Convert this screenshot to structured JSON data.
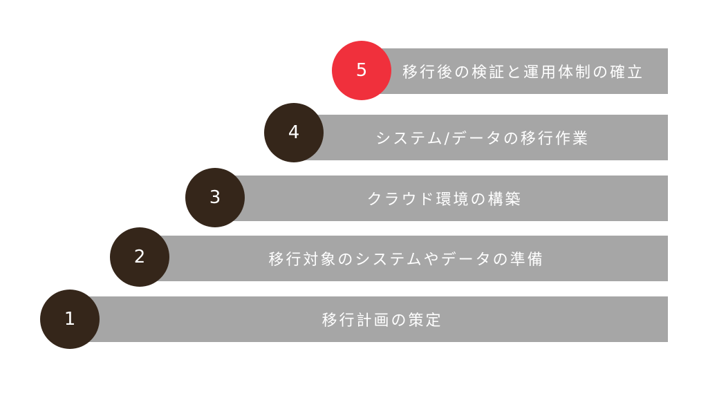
{
  "steps": [
    {
      "number": "1",
      "label": "移行計画の策定"
    },
    {
      "number": "2",
      "label": "移行対象のシステムやデータの準備"
    },
    {
      "number": "3",
      "label": "クラウド環境の構築"
    },
    {
      "number": "4",
      "label": "システム/データの移行作業"
    },
    {
      "number": "5",
      "label": "移行後の検証と運用体制の確立"
    }
  ],
  "colors": {
    "bar": "#a6a6a6",
    "circle": "#35261a",
    "active_circle": "#f0303c",
    "text": "#ffffff"
  }
}
